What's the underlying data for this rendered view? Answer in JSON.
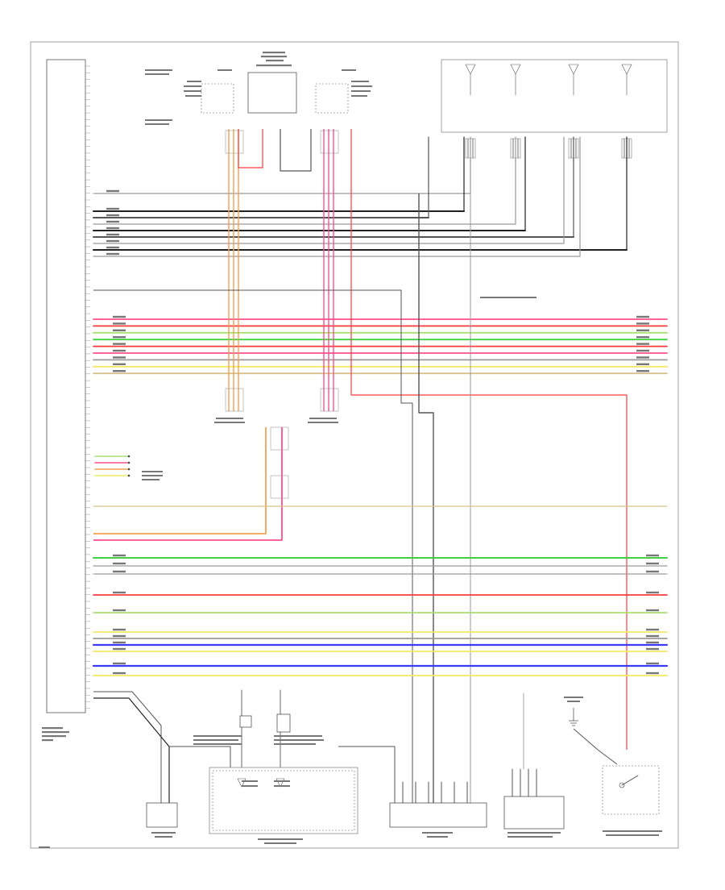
{
  "diagram": {
    "title": "",
    "footer": "",
    "module_main": "",
    "colors": {
      "red": "#ff3b3b",
      "pink": "#ff4f8b",
      "orange": "#f5a050",
      "green": "#40d040",
      "lightgreen": "#a8e070",
      "yellow": "#f2ea60",
      "blue": "#3b3bff",
      "gray": "#9a9a9a",
      "darkgray": "#555555",
      "black": "#222222",
      "tan": "#d6c28a"
    },
    "components": [
      {
        "id": "front-antenna-module",
        "label": ""
      },
      {
        "id": "radio-module-box",
        "label": ""
      },
      {
        "id": "left-antenna-module",
        "label": ""
      },
      {
        "id": "amplifier-box",
        "label": ""
      },
      {
        "id": "switch-module",
        "label": ""
      },
      {
        "id": "speaker-center",
        "label": ""
      },
      {
        "id": "speaker-left",
        "label": ""
      },
      {
        "id": "speaker-right",
        "label": ""
      },
      {
        "id": "rear-speaker-group",
        "label": ""
      }
    ],
    "harness_groups": [
      {
        "id": "group-top-gray",
        "colors": [
          "gray",
          "black",
          "darkgray",
          "gray",
          "black",
          "darkgray",
          "gray",
          "black",
          "gray"
        ]
      },
      {
        "id": "group-mid-color",
        "colors": [
          "pink",
          "red",
          "lightgreen",
          "green",
          "red",
          "pink",
          "gray",
          "yellow",
          "tan"
        ]
      },
      {
        "id": "group-lower",
        "colors": [
          "green",
          "gray",
          "gray"
        ]
      },
      {
        "id": "group-bottom",
        "colors": [
          "red",
          "lightgreen",
          "yellow",
          "gray",
          "blue",
          "yellow",
          "blue",
          "yellow"
        ]
      }
    ]
  }
}
